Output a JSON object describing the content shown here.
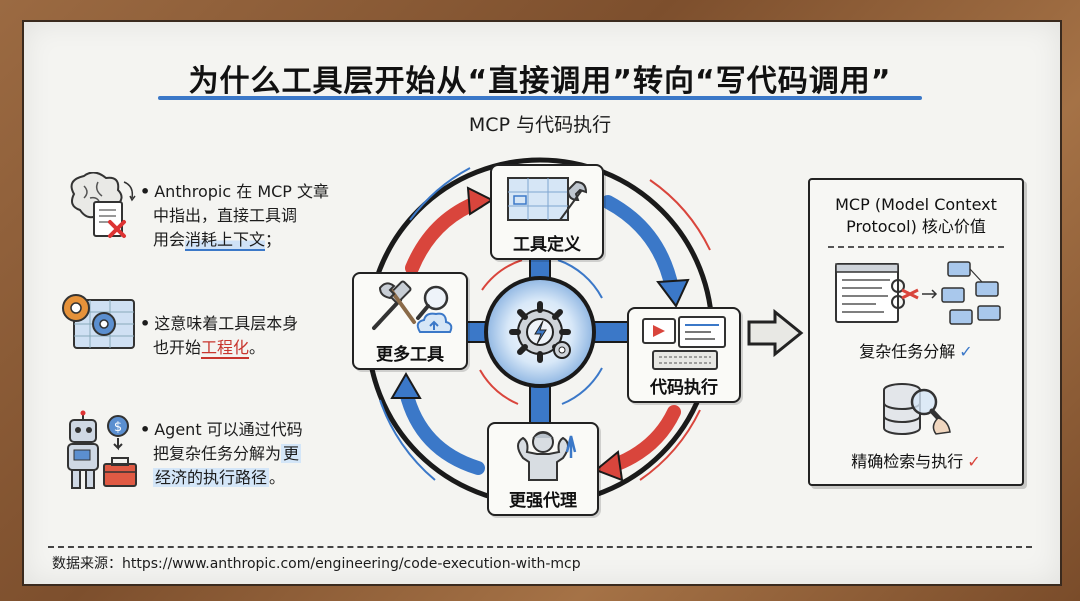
{
  "title": "为什么工具层开始从“直接调用”转向“写代码调用”",
  "subtitle": "MCP 与代码执行",
  "left_points": [
    {
      "lines": [
        "Anthropic 在 MCP 文章",
        "中指出，直接工具调",
        "用会"
      ],
      "highlight": "消耗上下文",
      "tail": "；"
    },
    {
      "lines": [
        "这意味着工具层本身",
        "也开始"
      ],
      "highlight": "工程化",
      "tail": "。"
    },
    {
      "lines": [
        "Agent 可以通过代码",
        "把复杂任务分解为"
      ],
      "highlight1": "更",
      "highlight2": "经济的执行路径",
      "tail": "。"
    }
  ],
  "cycle": {
    "nodes": [
      "工具定义",
      "代码执行",
      "更强代理",
      "更多工具"
    ]
  },
  "panel": {
    "title_line1": "MCP (Model Context",
    "title_line2": "Protocol) 核心价值",
    "item1": "复杂任务分解",
    "item2": "精确检索与执行",
    "check1": "✓",
    "check2": "✓"
  },
  "footer": "数据来源：https://www.anthropic.com/engineering/code-execution-with-mcp",
  "colors": {
    "blue": "#3b78c8",
    "red": "#d9453c",
    "accent_bg": "#d4e6f8"
  }
}
